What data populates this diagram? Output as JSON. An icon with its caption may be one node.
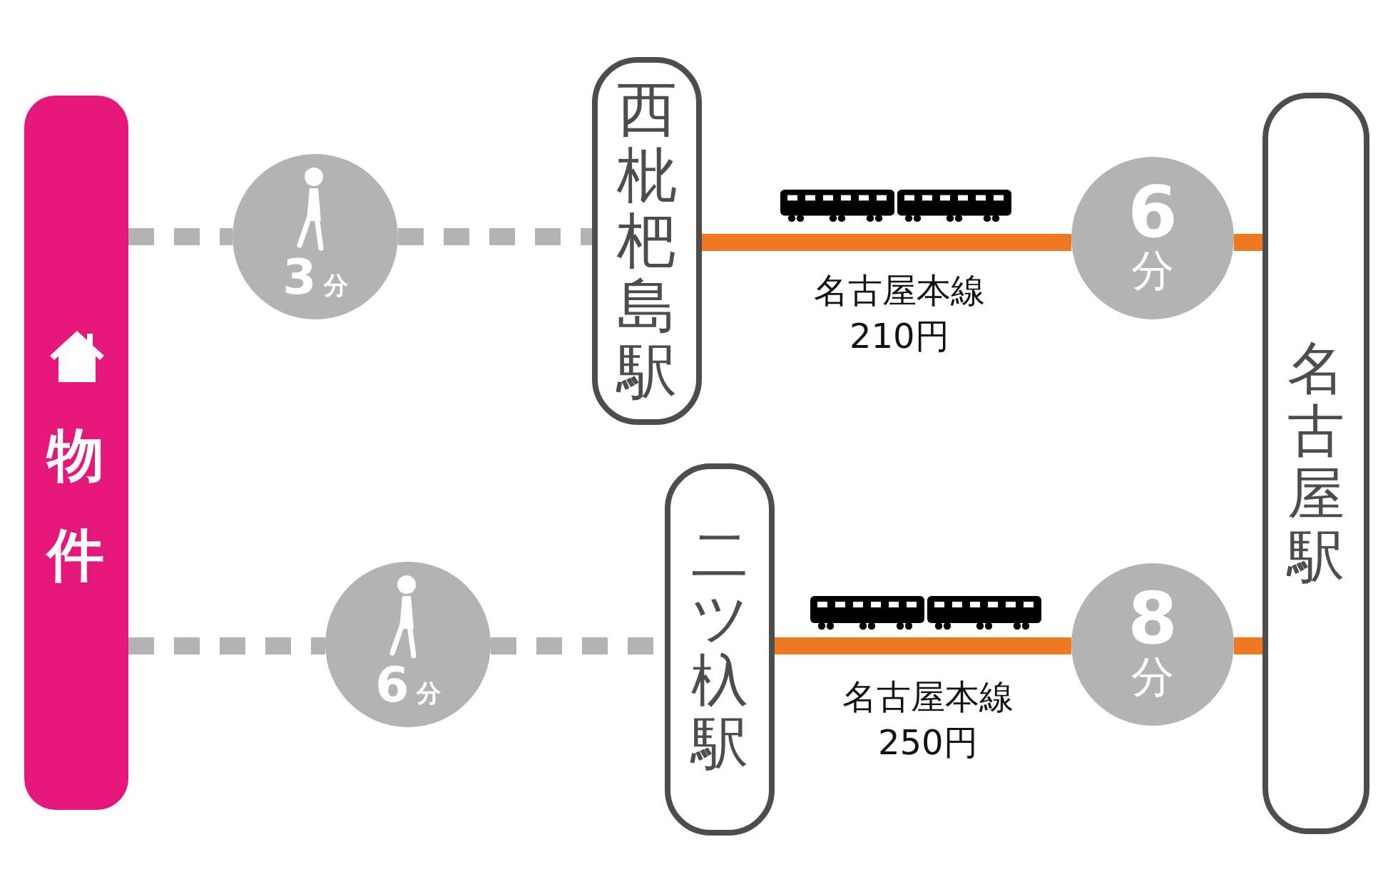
{
  "diagram": {
    "nodes": [
      {
        "text": [
          "物件"
        ]
      },
      {
        "text": [
          "3",
          "分"
        ]
      },
      {
        "text": [
          "西枇杷島駅"
        ]
      },
      {
        "text": [
          "6",
          "分"
        ]
      },
      {
        "text": [
          "名古屋駅"
        ]
      },
      {
        "text": [
          "6",
          "分"
        ]
      },
      {
        "text": [
          "二ツ杁駅"
        ]
      },
      {
        "text": [
          "8",
          "分"
        ]
      }
    ],
    "edges": [
      {
        "from": 0,
        "to": 1,
        "arrow": "none",
        "style": "dashed",
        "color": "#b3b3b3"
      },
      {
        "from": 1,
        "to": 2,
        "arrow": "none",
        "style": "dashed",
        "color": "#b3b3b3"
      },
      {
        "from": 2,
        "to": 3,
        "arrow": "none",
        "label": "名古屋本線210円",
        "color": "#ee7920"
      },
      {
        "from": 3,
        "to": 4,
        "arrow": "none",
        "color": "#ee7920"
      },
      {
        "from": 0,
        "to": 5,
        "arrow": "none",
        "style": "dashed",
        "color": "#b3b3b3"
      },
      {
        "from": 5,
        "to": 6,
        "arrow": "none",
        "style": "dashed",
        "color": "#b3b3b3"
      },
      {
        "from": 6,
        "to": 7,
        "arrow": "none",
        "label": "名古屋本線250円",
        "color": "#ee7920"
      },
      {
        "from": 7,
        "to": 4,
        "arrow": "none",
        "color": "#ee7920"
      }
    ]
  }
}
